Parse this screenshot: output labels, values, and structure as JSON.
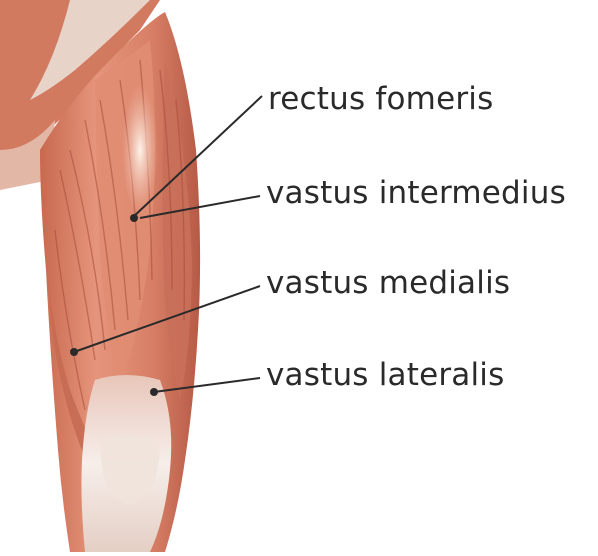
{
  "figure": {
    "labels": [
      {
        "id": "rectus",
        "text": "rectus fomeris"
      },
      {
        "id": "intermedius",
        "text": "vastus intermedius"
      },
      {
        "id": "medialis",
        "text": "vastus medialis"
      },
      {
        "id": "lateralis",
        "text": "vastus lateralis"
      }
    ]
  },
  "colors": {
    "muscle": "#d8826a",
    "muscle_dark": "#b65a46",
    "tendon": "#f2e9e4",
    "leader_line": "#2a2a2a",
    "text": "#2a2a2a"
  }
}
